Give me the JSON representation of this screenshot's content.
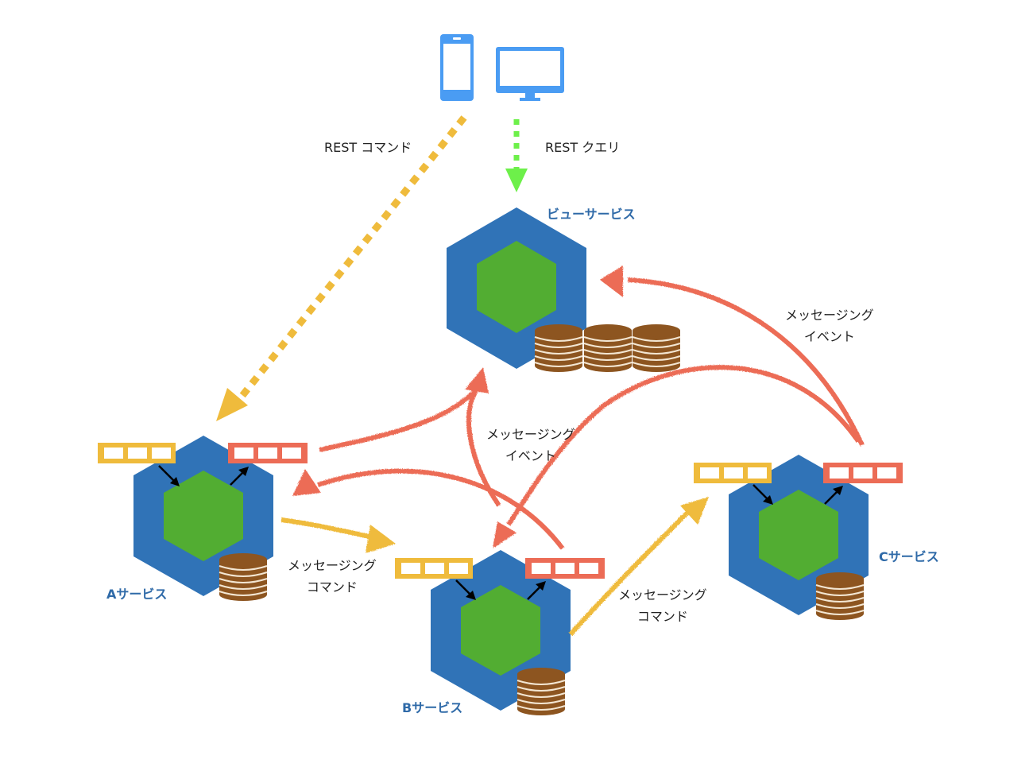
{
  "colors": {
    "hex_outer": "#3073b7",
    "hex_inner": "#52ad32",
    "coin": "#8d5520",
    "coin_line": "#f3e6d2",
    "command": "#efbb3c",
    "event": "#ec6c56",
    "query": "#6df04a",
    "device": "#4a9cf3",
    "service_label": "#2f6aa8"
  },
  "clients": [
    {
      "name": "smartphone",
      "icon": "smartphone-icon"
    },
    {
      "name": "desktop",
      "icon": "desktop-monitor-icon"
    }
  ],
  "edges": {
    "rest_command": {
      "label": "REST コマンド",
      "from": "smartphone",
      "to": "Aサービス",
      "style": "dashed-yellow"
    },
    "rest_query": {
      "label": "REST クエリ",
      "from": "desktop",
      "to": "ビューサービス",
      "style": "dashed-green"
    },
    "event_center": {
      "line1": "メッセージング",
      "line2": "イベント"
    },
    "event_right": {
      "line1": "メッセージング",
      "line2": "イベント"
    },
    "command_ab": {
      "line1": "メッセージング",
      "line2": "コマンド"
    },
    "command_bc": {
      "line1": "メッセージング",
      "line2": "コマンド"
    }
  },
  "services": [
    {
      "id": "view",
      "label": "ビューサービス",
      "databases": 3,
      "queues": false
    },
    {
      "id": "a",
      "label": "Aサービス",
      "databases": 1,
      "queues": true
    },
    {
      "id": "b",
      "label": "Bサービス",
      "databases": 1,
      "queues": true
    },
    {
      "id": "c",
      "label": "Cサービス",
      "databases": 1,
      "queues": true
    }
  ]
}
